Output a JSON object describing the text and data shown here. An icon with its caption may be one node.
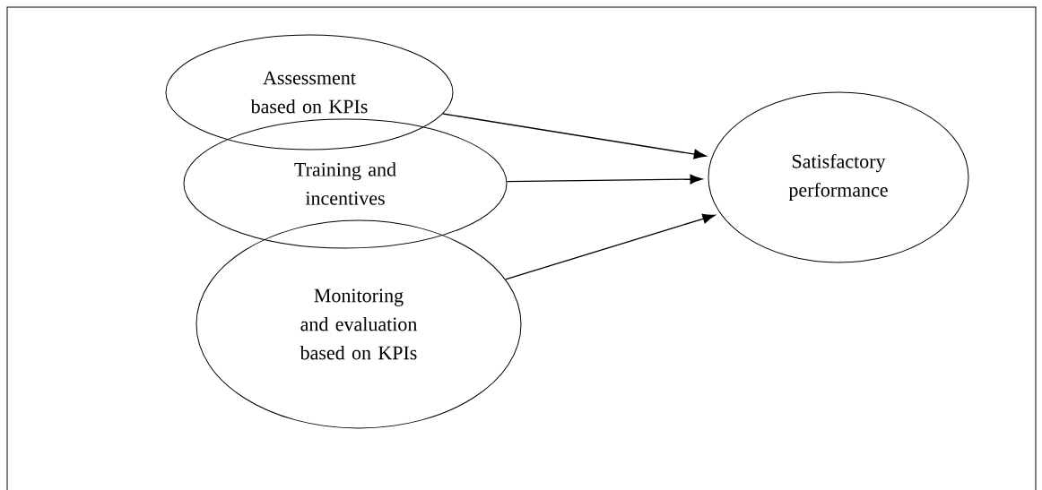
{
  "diagram": {
    "nodes": [
      {
        "text": [
          "Assessment based on KPIs"
        ]
      },
      {
        "text": [
          "Training and incentives"
        ]
      },
      {
        "text": [
          "Monitoring and evaluation based on KPIs"
        ]
      },
      {
        "text": [
          "Satisfactory performance"
        ]
      }
    ],
    "edges": [
      {
        "from": 0,
        "to": 3,
        "arrow": "to"
      },
      {
        "from": 1,
        "to": 3,
        "arrow": "to"
      },
      {
        "from": 2,
        "to": 3,
        "arrow": "to"
      }
    ]
  }
}
